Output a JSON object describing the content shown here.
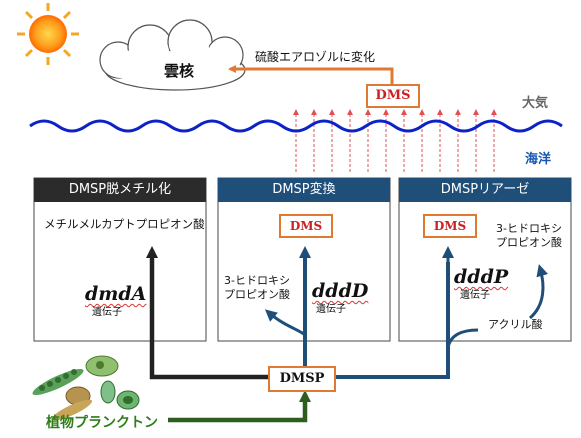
{
  "cloud": {
    "label": "雲核"
  },
  "aerosol": {
    "label": "硫酸エアロゾルに変化"
  },
  "dms_top": {
    "label": "DMS"
  },
  "atmosphere": {
    "label": "大気"
  },
  "ocean": {
    "label": "海洋"
  },
  "panels": [
    {
      "title": "DMSP脱メチル化",
      "product": "メチルメルカプトプロピオン酸",
      "gene": "dmdA",
      "gene_sub": "遺伝子"
    },
    {
      "title": "DMSP変換",
      "dms": "DMS",
      "product": "3-ヒドロキシ\nプロピオン酸",
      "gene": "dddD",
      "gene_sub": "遺伝子"
    },
    {
      "title": "DMSPリアーゼ",
      "dms": "DMS",
      "product": "3-ヒドロキシ\nプロピオン酸",
      "gene": "dddP",
      "gene_sub": "遺伝子",
      "intermediate": "アクリル酸"
    }
  ],
  "dmsp": {
    "label": "DMSP"
  },
  "plankton": {
    "label": "植物プランクトン"
  },
  "colors": {
    "panel_dark": "#2b2b2b",
    "panel_blue": "#1f4e79",
    "arrow_blue": "#1f4e79",
    "arrow_dark": "#222222",
    "arrow_green": "#2e5e1e",
    "orange": "#e07a30",
    "wave": "#0a22c8",
    "dms_red": "#cc1f1f",
    "ocean_label": "#1557b0",
    "plankton_label": "#2f7d1a"
  }
}
